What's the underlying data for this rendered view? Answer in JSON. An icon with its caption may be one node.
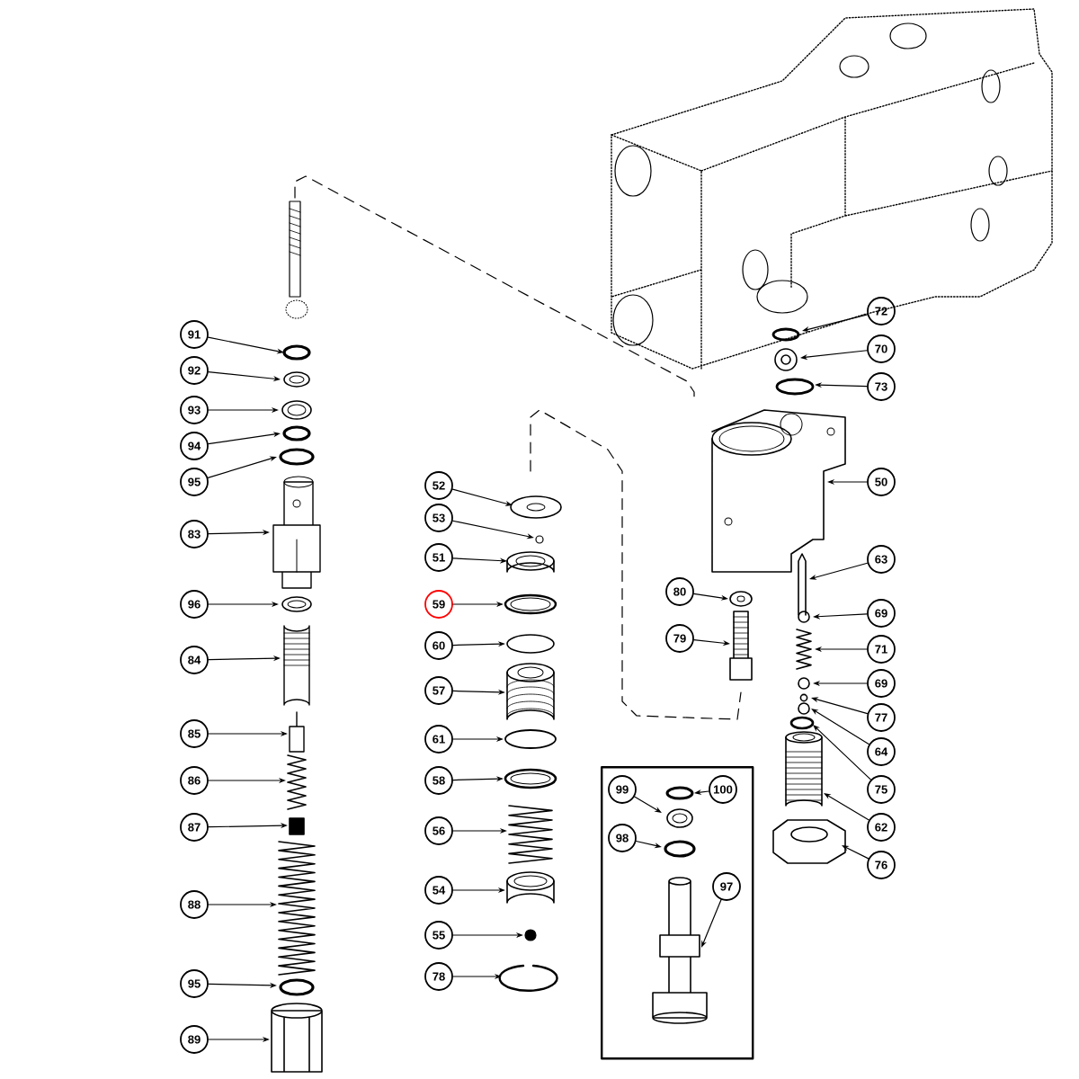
{
  "diagram": {
    "nodes": [
      {
        "text": [
          "91"
        ]
      },
      {
        "text": [
          "92"
        ]
      },
      {
        "text": [
          "93"
        ]
      },
      {
        "text": [
          "94"
        ]
      },
      {
        "text": [
          "95"
        ]
      },
      {
        "text": [
          "83"
        ]
      },
      {
        "text": [
          "96"
        ]
      },
      {
        "text": [
          "84"
        ]
      },
      {
        "text": [
          "85"
        ]
      },
      {
        "text": [
          "86"
        ]
      },
      {
        "text": [
          "87"
        ]
      },
      {
        "text": [
          "88"
        ]
      },
      {
        "text": [
          "95"
        ]
      },
      {
        "text": [
          "89"
        ]
      },
      {
        "text": [
          "52"
        ]
      },
      {
        "text": [
          "53"
        ]
      },
      {
        "text": [
          "51"
        ]
      },
      {
        "text": [
          "59"
        ]
      },
      {
        "text": [
          "60"
        ]
      },
      {
        "text": [
          "57"
        ]
      },
      {
        "text": [
          "61"
        ]
      },
      {
        "text": [
          "58"
        ]
      },
      {
        "text": [
          "56"
        ]
      },
      {
        "text": [
          "54"
        ]
      },
      {
        "text": [
          "55"
        ]
      },
      {
        "text": [
          "78"
        ]
      },
      {
        "text": [
          "72"
        ]
      },
      {
        "text": [
          "70"
        ]
      },
      {
        "text": [
          "73"
        ]
      },
      {
        "text": [
          "50"
        ]
      },
      {
        "text": [
          "63"
        ]
      },
      {
        "text": [
          "80"
        ]
      },
      {
        "text": [
          "69"
        ]
      },
      {
        "text": [
          "79"
        ]
      },
      {
        "text": [
          "71"
        ]
      },
      {
        "text": [
          "69"
        ]
      },
      {
        "text": [
          "77"
        ]
      },
      {
        "text": [
          "64"
        ]
      },
      {
        "text": [
          "75"
        ]
      },
      {
        "text": [
          "62"
        ]
      },
      {
        "text": [
          "76"
        ]
      },
      {
        "text": [],
        "shape": "box"
      },
      {
        "text": [
          "99"
        ],
        "in": 41
      },
      {
        "text": [
          "100"
        ],
        "in": 41
      },
      {
        "text": [
          "98"
        ],
        "in": 41
      },
      {
        "text": [
          "97"
        ],
        "in": 41
      }
    ],
    "edges": [
      {
        "from": 0,
        "to": null,
        "arrow": "to"
      },
      {
        "from": 1,
        "to": null,
        "arrow": "to"
      },
      {
        "from": 2,
        "to": null,
        "arrow": "to"
      },
      {
        "from": 3,
        "to": null,
        "arrow": "to"
      },
      {
        "from": 4,
        "to": null,
        "arrow": "to"
      },
      {
        "from": 5,
        "to": null,
        "arrow": "to"
      },
      {
        "from": 6,
        "to": null,
        "arrow": "to"
      },
      {
        "from": 7,
        "to": null,
        "arrow": "to"
      },
      {
        "from": 8,
        "to": null,
        "arrow": "to"
      },
      {
        "from": 9,
        "to": null,
        "arrow": "to"
      },
      {
        "from": 10,
        "to": null,
        "arrow": "to"
      },
      {
        "from": 11,
        "to": null,
        "arrow": "to"
      },
      {
        "from": 12,
        "to": null,
        "arrow": "to"
      },
      {
        "from": 13,
        "to": null,
        "arrow": "to"
      },
      {
        "from": 14,
        "to": null,
        "arrow": "to"
      },
      {
        "from": 15,
        "to": null,
        "arrow": "to"
      },
      {
        "from": 16,
        "to": null,
        "arrow": "to"
      },
      {
        "from": 17,
        "to": null,
        "arrow": "to"
      },
      {
        "from": 18,
        "to": null,
        "arrow": "to"
      },
      {
        "from": 19,
        "to": null,
        "arrow": "to"
      },
      {
        "from": 20,
        "to": null,
        "arrow": "to"
      },
      {
        "from": 21,
        "to": null,
        "arrow": "to"
      },
      {
        "from": 22,
        "to": null,
        "arrow": "to"
      },
      {
        "from": 23,
        "to": null,
        "arrow": "to"
      },
      {
        "from": 24,
        "to": null,
        "arrow": "to"
      },
      {
        "from": 25,
        "to": null,
        "arrow": "to"
      },
      {
        "from": 26,
        "to": null,
        "arrow": "to"
      },
      {
        "from": 27,
        "to": null,
        "arrow": "to"
      },
      {
        "from": 28,
        "to": null,
        "arrow": "to"
      },
      {
        "from": 29,
        "to": null,
        "arrow": "to"
      },
      {
        "from": 30,
        "to": null,
        "arrow": "to"
      },
      {
        "from": 31,
        "to": null,
        "arrow": "to"
      },
      {
        "from": 32,
        "to": null,
        "arrow": "to"
      },
      {
        "from": 33,
        "to": null,
        "arrow": "to"
      },
      {
        "from": 34,
        "to": null,
        "arrow": "to"
      },
      {
        "from": 35,
        "to": null,
        "arrow": "to"
      },
      {
        "from": 36,
        "to": null,
        "arrow": "to"
      },
      {
        "from": 37,
        "to": null,
        "arrow": "to"
      },
      {
        "from": 38,
        "to": null,
        "arrow": "to"
      },
      {
        "from": 39,
        "to": null,
        "arrow": "to"
      },
      {
        "from": 40,
        "to": null,
        "arrow": "to"
      },
      {
        "from": 42,
        "to": null,
        "arrow": "to"
      },
      {
        "from": 43,
        "to": null,
        "arrow": "to"
      },
      {
        "from": 44,
        "to": null,
        "arrow": "to"
      },
      {
        "from": 45,
        "to": null,
        "arrow": "to"
      }
    ]
  }
}
